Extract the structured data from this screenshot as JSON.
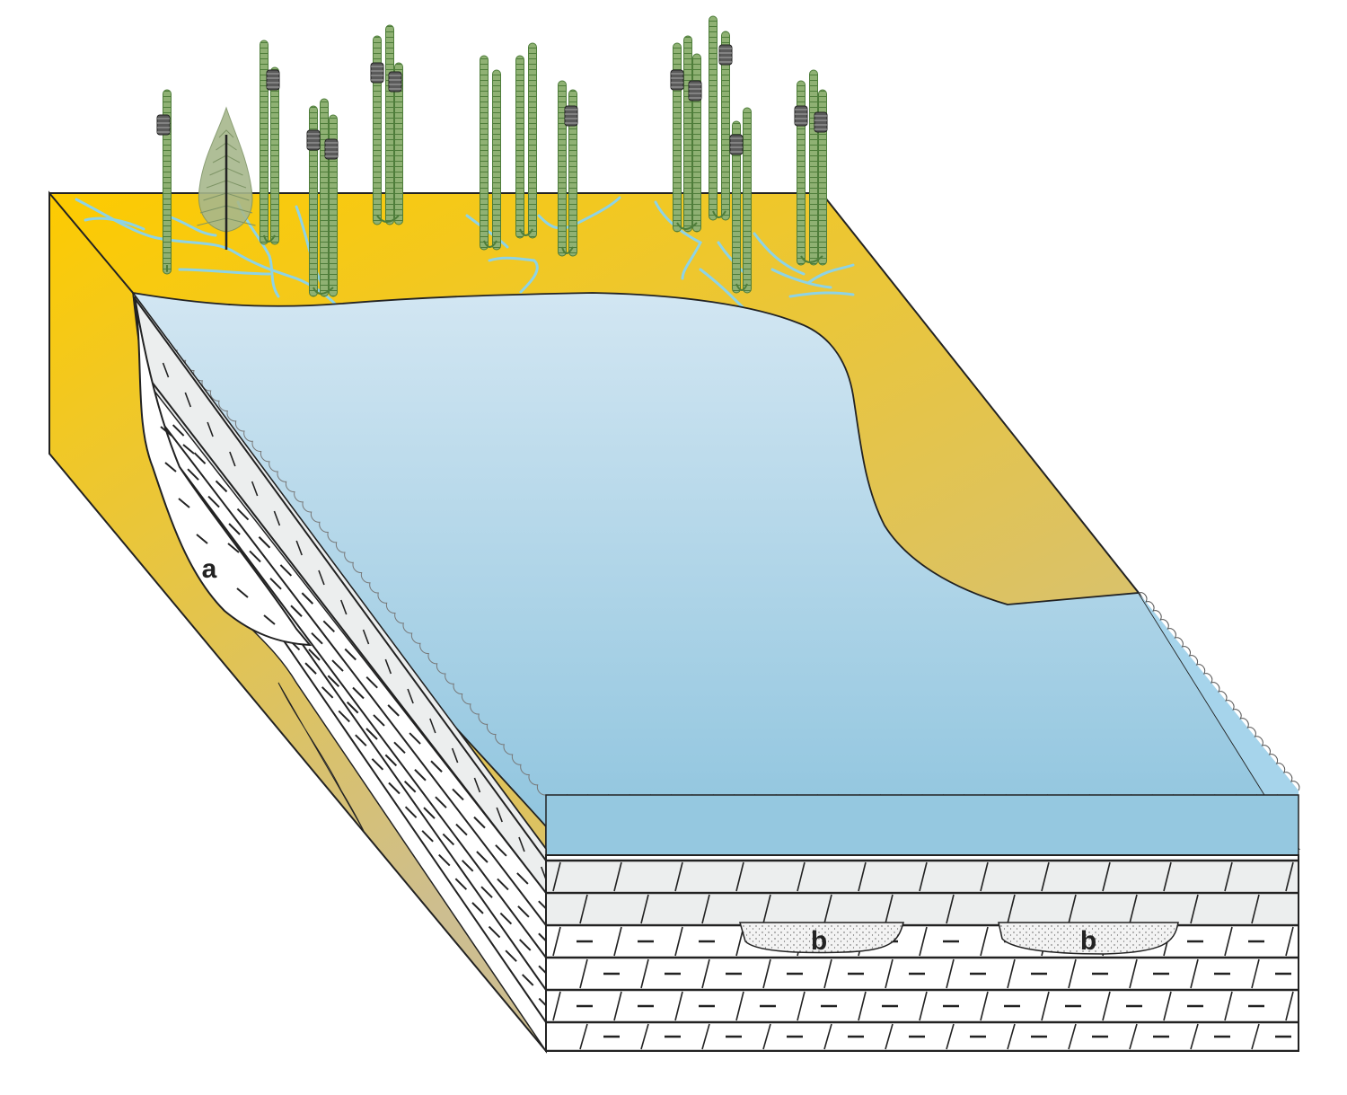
{
  "colors": {
    "land_light": "#FDCB00",
    "land_dark": "#CDBE90",
    "water_top": "#D2E6F2",
    "water_bottom": "#8EC4DE",
    "channel": "#8DD3E6",
    "limestone": "#ECEEEE",
    "marl": "#FFFFFF",
    "plant_stem": "#8FB173",
    "plant_stem_dark": "#4E7D3A",
    "cone": "#5A5A5A",
    "conifer": "#A7B88C",
    "sand_lens": "#F3F3F3",
    "outline": "#222222"
  },
  "icons": {
    "tree": "horsetail-plant-icon",
    "conifer": "conifer-tree-icon"
  },
  "labels": {
    "a": "a",
    "b1": "b",
    "b2": "b"
  }
}
